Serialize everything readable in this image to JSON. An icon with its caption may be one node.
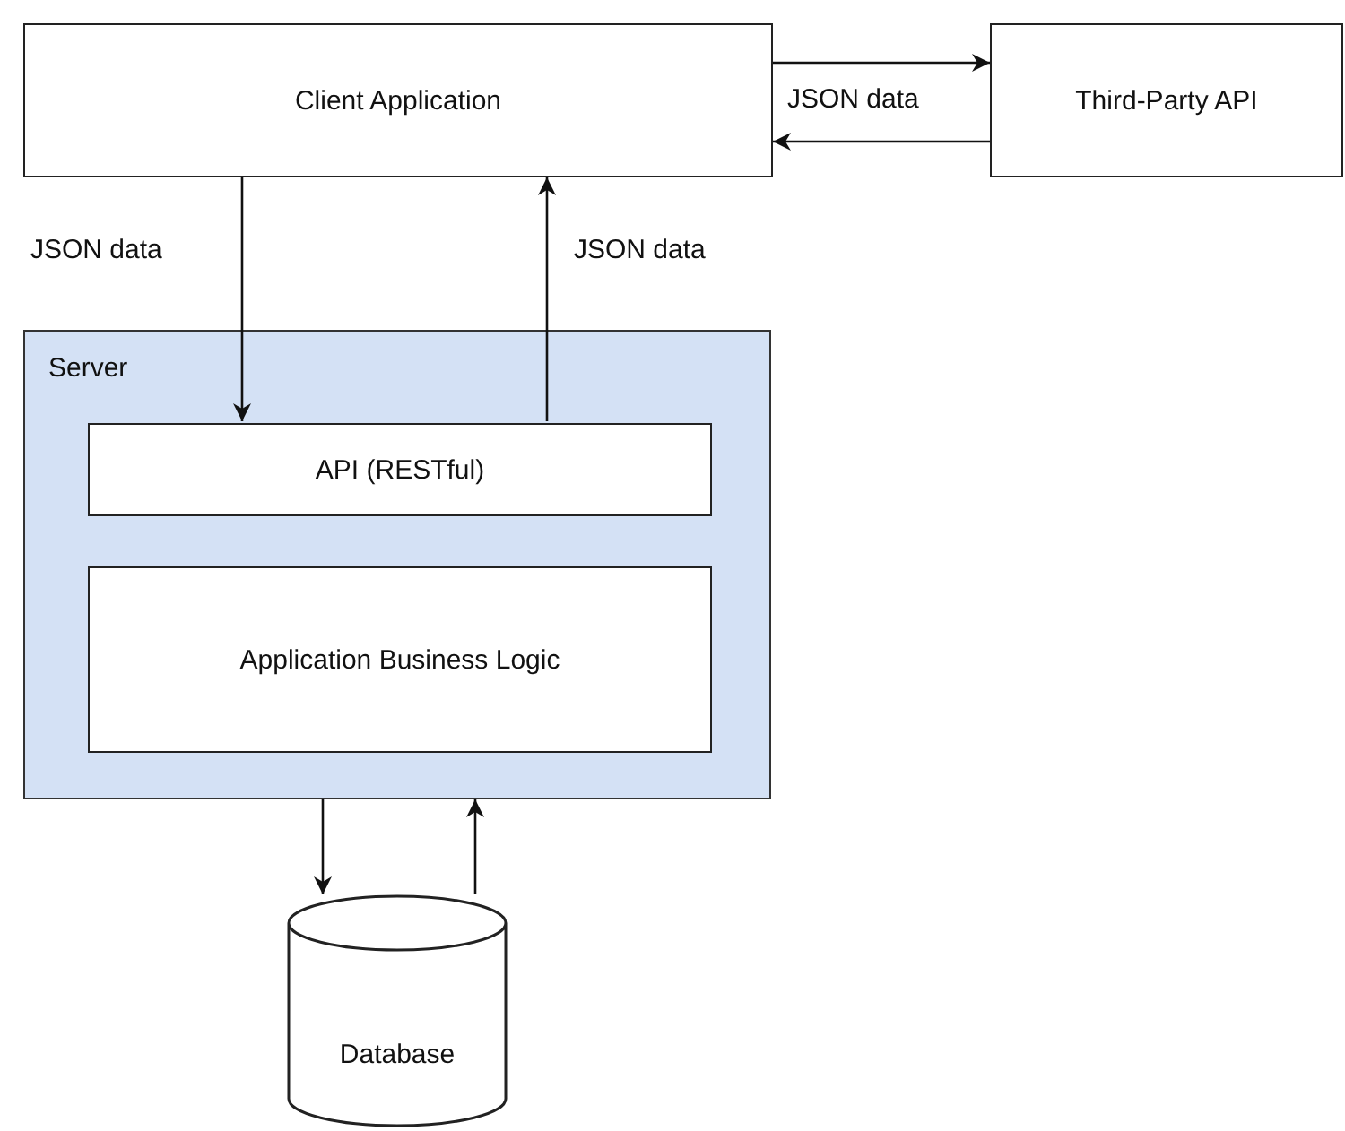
{
  "diagram": {
    "nodes": [
      {
        "text": [
          "Client Application"
        ]
      },
      {
        "text": [
          "Third-Party API"
        ]
      },
      {
        "text": [
          "Server"
        ]
      },
      {
        "text": [
          "API (RESTful)"
        ],
        "in": 2
      },
      {
        "text": [
          "Application Business Logic"
        ],
        "in": 2
      },
      {
        "text": [
          "Database"
        ]
      }
    ],
    "edges": [
      {
        "from": 0,
        "to": 1,
        "arrow": "to",
        "label": "JSON data"
      },
      {
        "from": 1,
        "to": 0,
        "arrow": "to"
      },
      {
        "from": 0,
        "to": 3,
        "arrow": "to",
        "label": "JSON data"
      },
      {
        "from": 3,
        "to": 0,
        "arrow": "to",
        "label": "JSON data"
      },
      {
        "from": 2,
        "to": 5,
        "arrow": "to"
      },
      {
        "from": 5,
        "to": 2,
        "arrow": "to"
      }
    ]
  }
}
